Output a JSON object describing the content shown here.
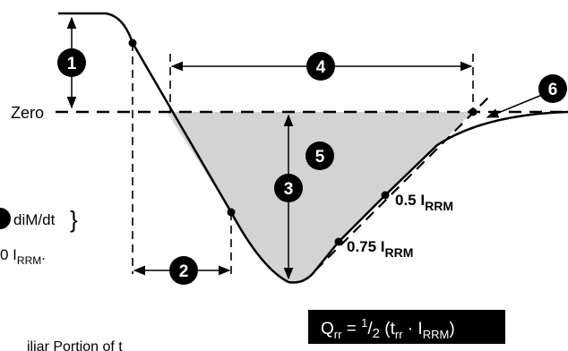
{
  "labels": {
    "zero": "Zero",
    "left_formula_top": "diM/dt",
    "left_formula_brace": "}",
    "left_formula_bottom_prefix": "0 I",
    "left_formula_bottom_sub": "RRM",
    "left_formula_bottom_suffix": ".",
    "bottom_caption": "iliar Portion of t",
    "point_05": "0.5 I",
    "point_075": "0.75 I",
    "point_sub": "RRM"
  },
  "markers": [
    "1",
    "2",
    "3",
    "4",
    "5",
    "6"
  ],
  "formula": {
    "q": "Q",
    "q_sub": "rr",
    "equals": " = ",
    "frac_num": "1",
    "frac_den": "2",
    "open_paren": " (t",
    "t_sub": "rr",
    "dot": " · I",
    "i_sub": "RRM",
    "close_paren": ")"
  },
  "colors": {
    "line": "#000000",
    "fill": "#d3d3d3",
    "marker_bg": "#000000",
    "marker_text": "#ffffff",
    "box_bg": "#000000",
    "box_text": "#ffffff"
  }
}
